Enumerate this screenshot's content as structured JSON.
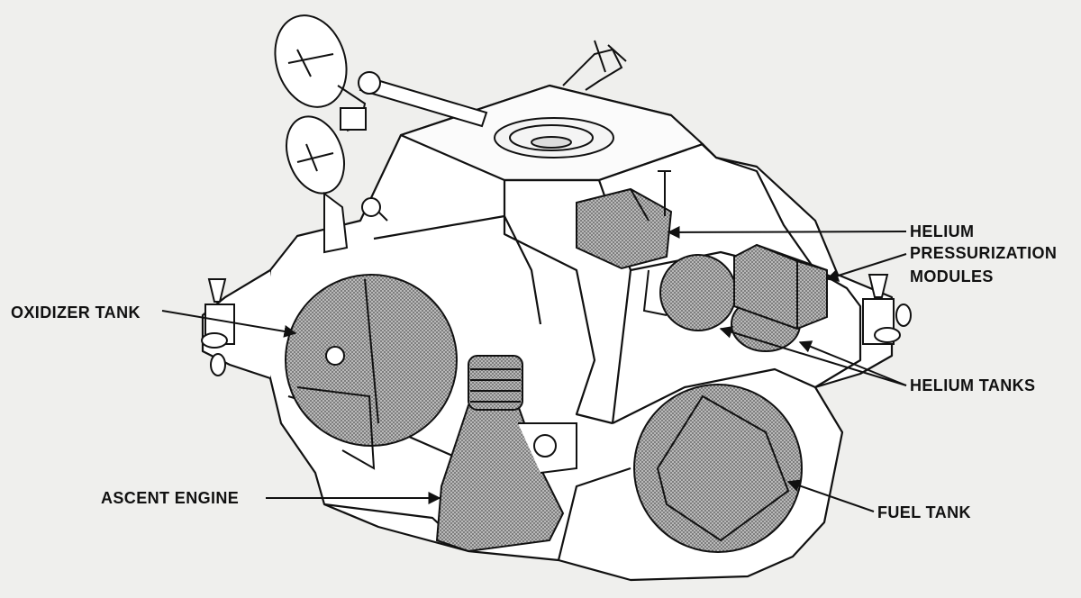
{
  "labels": {
    "oxidizer_tank": "OXIDIZER TANK",
    "helium_modules_line1": "HELIUM",
    "helium_modules_line2": "PRESSURIZATION",
    "helium_modules_line3": "MODULES",
    "helium_tanks": "HELIUM TANKS",
    "ascent_engine": "ASCENT ENGINE",
    "fuel_tank": "FUEL TANK"
  },
  "colors": {
    "background": "#efefed",
    "body_fill": "#ffffff",
    "line": "#111111",
    "stipple": "#9a9a9a"
  }
}
